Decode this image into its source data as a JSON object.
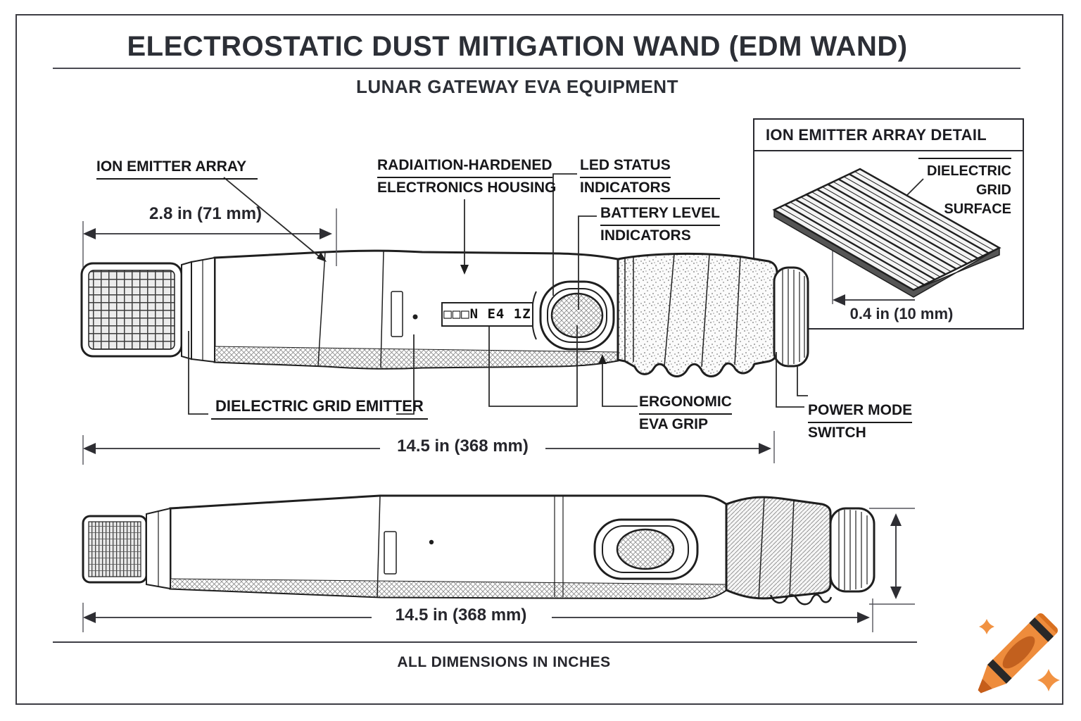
{
  "header": {
    "title": "ELECTROSTATIC DUST MITIGATION WAND (EDM WAND)",
    "subtitle": "LUNAR GATEWAY EVA EQUIPMENT"
  },
  "callouts": {
    "ion_emitter_array": "ION EMITTER ARRAY",
    "radiation_hardened_line1": "RADIAITION-HARDENED",
    "radiation_hardened_line2": "ELECTRONICS HOUSING",
    "led_status_line1": "LED STATUS",
    "led_status_line2": "INDICATORS",
    "battery_level_line1": "BATTERY LEVEL",
    "battery_level_line2": "INDICATORS",
    "dielectric_grid_emitter": "DIELECTRIC GRID EMITTER",
    "ergonomic_grip_line1": "ERGONOMIC",
    "ergonomic_grip_line2": "EVA GRIP",
    "power_mode_line1": "POWER MODE",
    "power_mode_line2": "SWITCH"
  },
  "dimensions": {
    "emitter_head_width": "2.8 in (71 mm)",
    "overall_length_top": "14.5 in (368 mm)",
    "overall_length_bottom": "14.5 in (368 mm)",
    "detail_grid_pitch": "0.4 in (10 mm)"
  },
  "detail_inset": {
    "title": "ION EMITTER ARRAY DETAIL",
    "surface_label_line1": "DIELECTRIC",
    "surface_label_line2": "GRID SURFACE"
  },
  "display_readout": "□□□N E4 1Z",
  "footer_note": "ALL DIMENSIONS IN INCHES",
  "colors": {
    "line": "#1f1f1f",
    "dimension_line": "#2e2e33",
    "text": "#17171a",
    "logo_orange": "#EE8C3C",
    "logo_dark_orange": "#C65E1A",
    "logo_band": "#282828"
  }
}
